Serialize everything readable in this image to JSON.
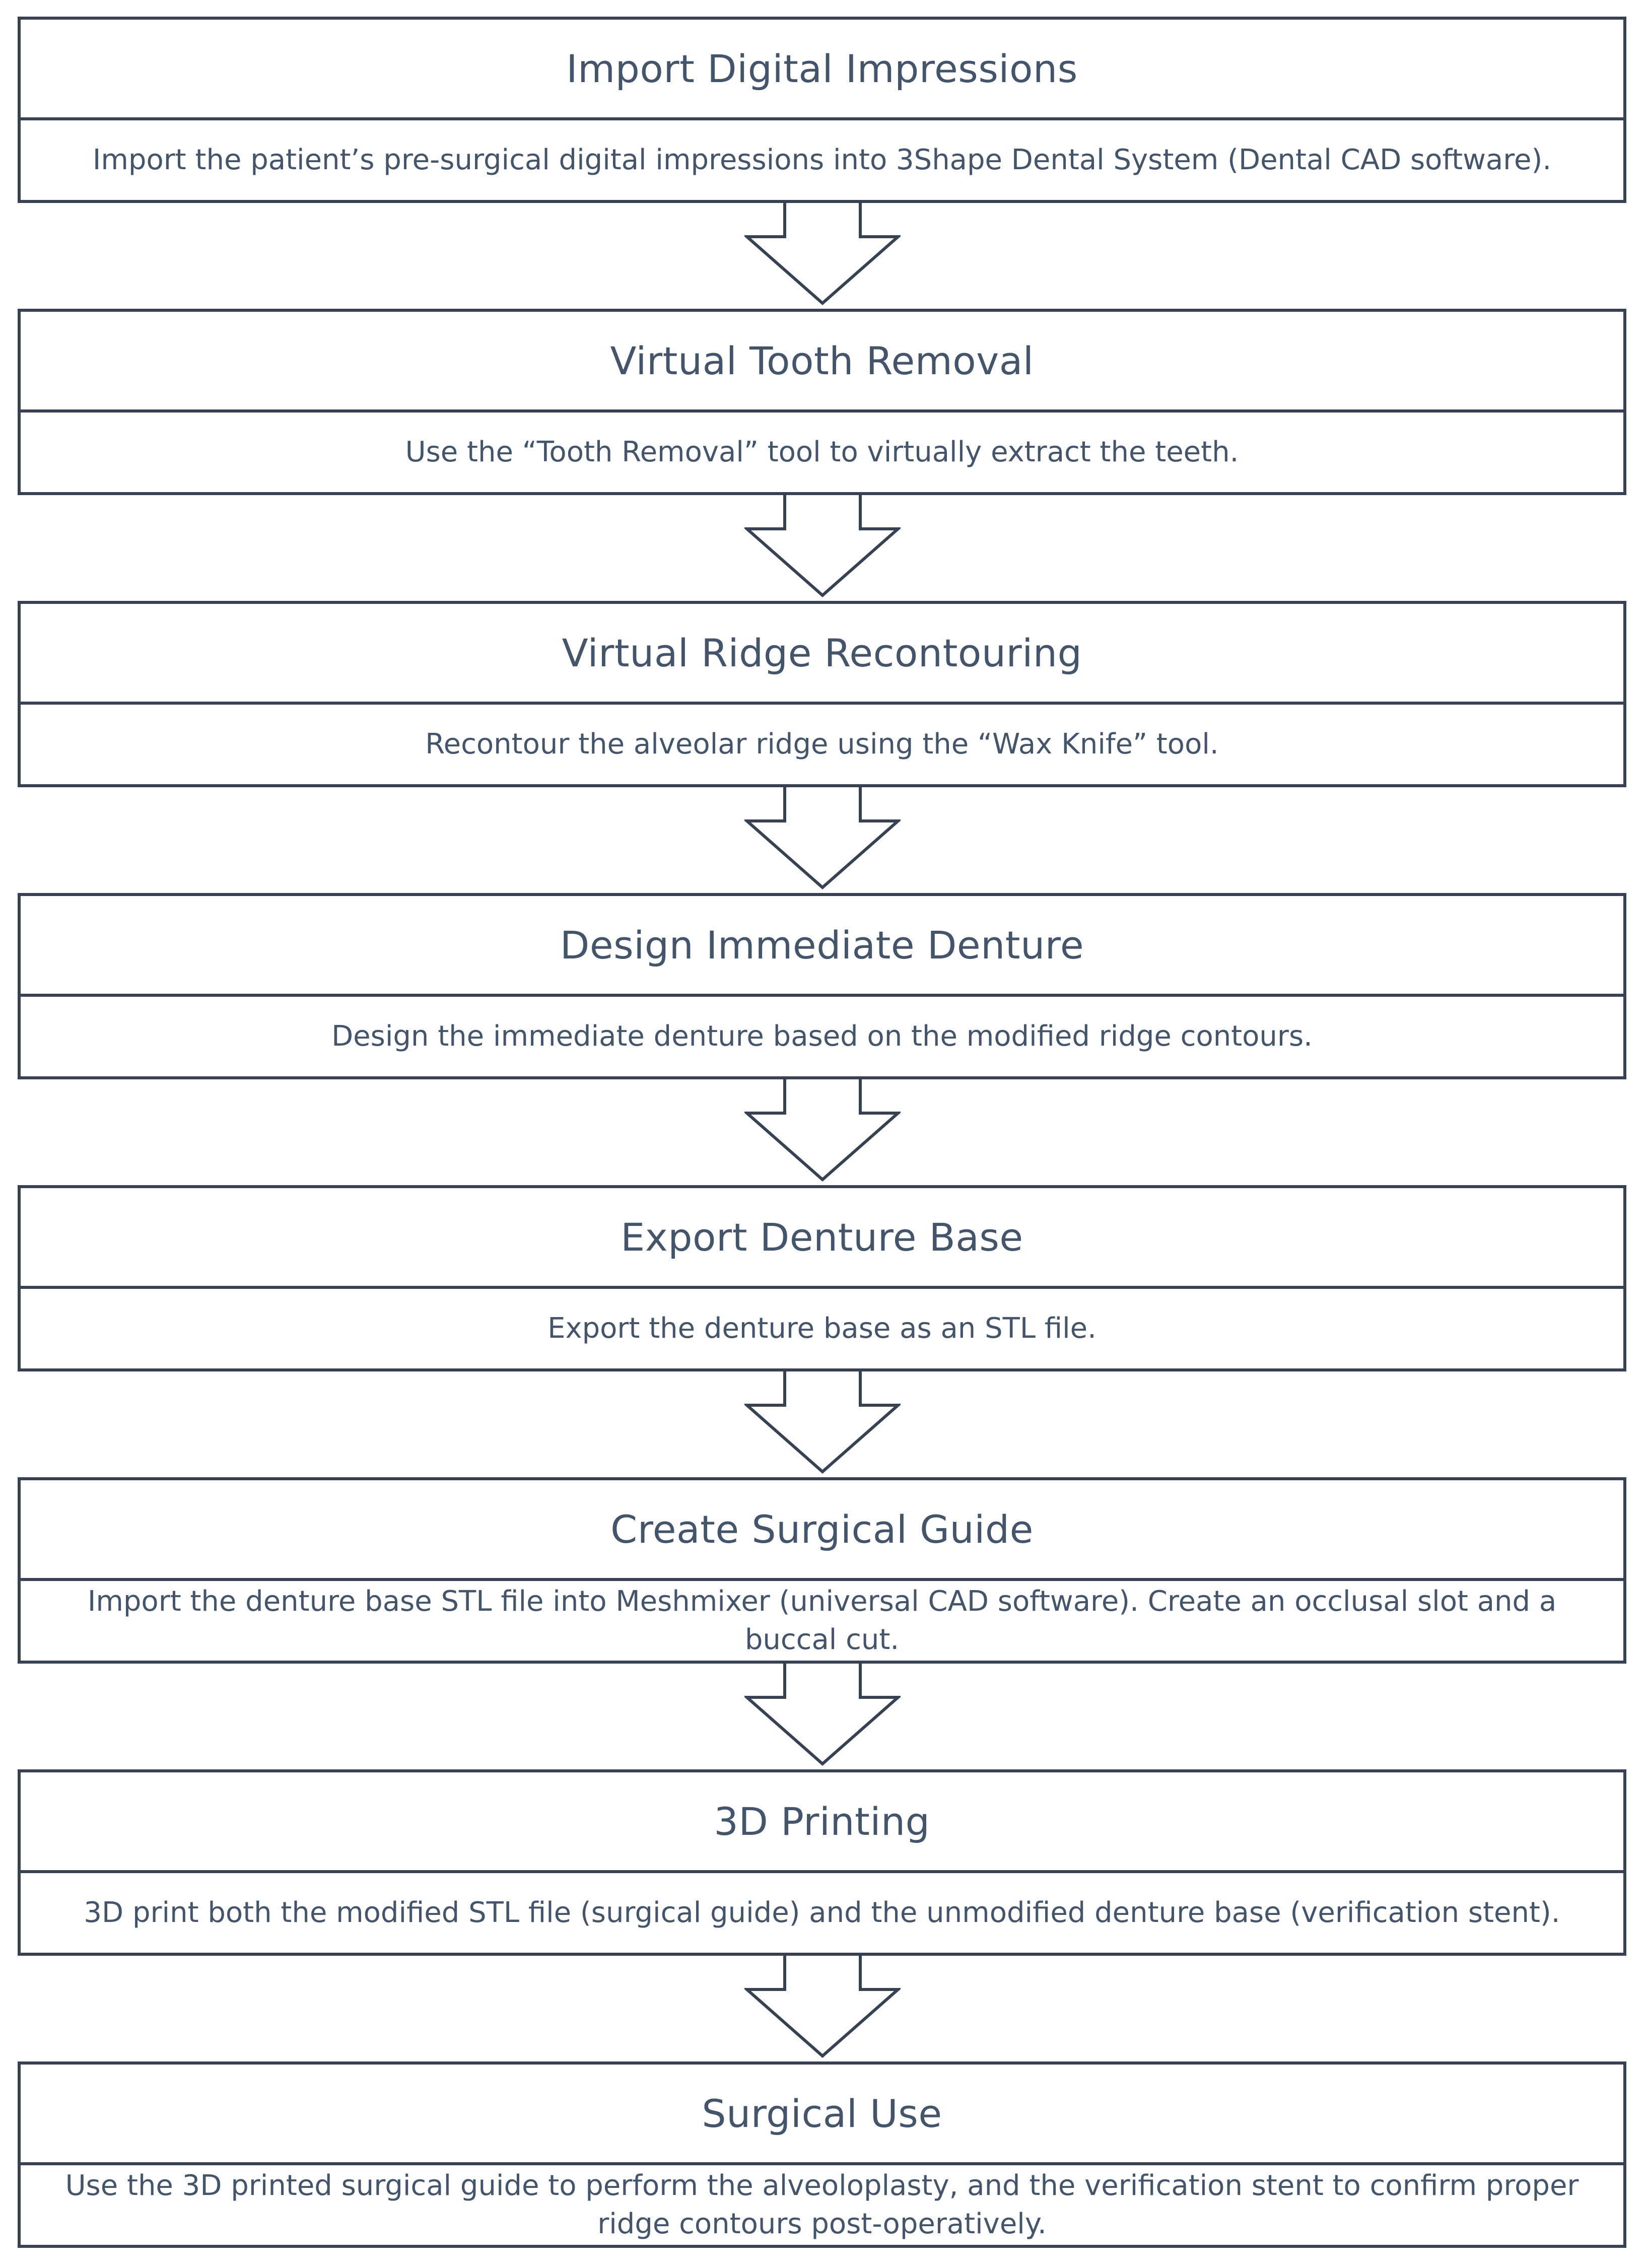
{
  "steps": [
    {
      "title": "Import Digital Impressions",
      "description": "Import the patient’s pre-surgical digital impressions into 3Shape Dental System (Dental CAD software)."
    },
    {
      "title": "Virtual Tooth Removal",
      "description": "Use the “Tooth Removal” tool to virtually extract the teeth."
    },
    {
      "title": "Virtual Ridge Recontouring",
      "description": "Recontour the alveolar ridge using the “Wax Knife” tool."
    },
    {
      "title": "Design Immediate Denture",
      "description": "Design the immediate denture based on the modified ridge contours."
    },
    {
      "title": "Export Denture Base",
      "description": "Export the denture base as an STL file."
    },
    {
      "title": "Create Surgical Guide",
      "description": "Import the denture base  STL file into Meshmixer (universal CAD software). Create an occlusal slot and a buccal cut."
    },
    {
      "title": "3D Printing",
      "description": "3D print both the modified STL file (surgical guide) and the unmodified denture base (verification stent)."
    },
    {
      "title": "Surgical Use",
      "description": "Use the 3D printed surgical guide to perform the alveoloplasty, and the verification stent to confirm proper ridge contours post-operatively."
    }
  ],
  "colors": {
    "border": "#364152",
    "text": "#44546a",
    "background": "#ffffff"
  },
  "icons": {
    "connector": "down-arrow-icon"
  }
}
